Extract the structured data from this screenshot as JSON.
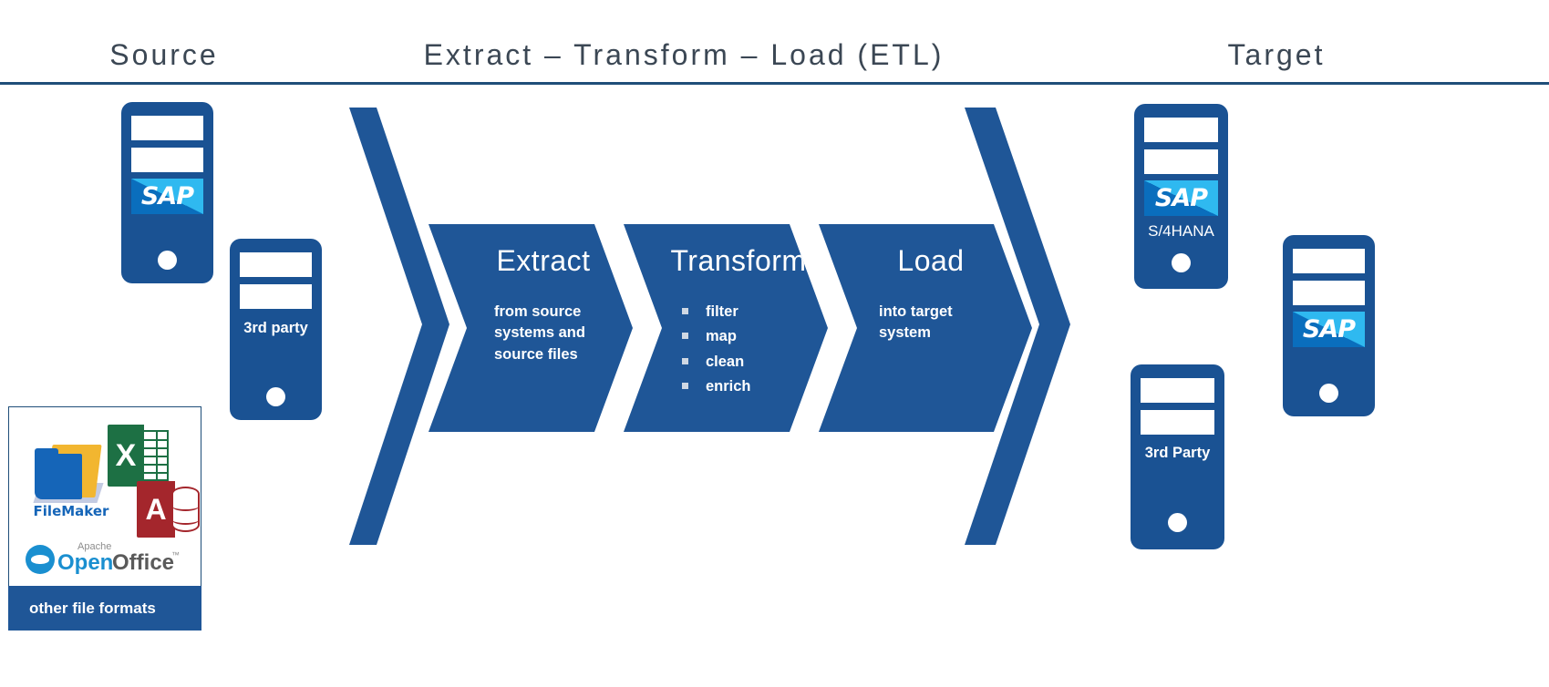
{
  "headers": {
    "source": "Source",
    "etl": "Extract – Transform – Load (ETL)",
    "target": "Target"
  },
  "colors": {
    "header_text": "#3b4754",
    "rule": "#1f4e79",
    "chevron_blue": "#1f5697",
    "tower_blue": "#1a5293",
    "sap_blue": "#0a6ebd",
    "sap_light": "#2fb9f0",
    "band_blue": "#1f5697"
  },
  "source": {
    "servers": [
      {
        "id": "sap-source",
        "logo": "SAP",
        "label": ""
      },
      {
        "id": "third-party-source",
        "logo": "",
        "label": "3rd party"
      }
    ],
    "file_formats_card": {
      "caption": "other file formats",
      "logos": [
        {
          "name": "filemaker-logo",
          "text": "FileMaker"
        },
        {
          "name": "excel-logo",
          "text": "X"
        },
        {
          "name": "access-logo",
          "text": "A"
        },
        {
          "name": "openoffice-logo",
          "apache": "Apache",
          "open": "Open",
          "office": "Office",
          "tm": "™"
        }
      ]
    }
  },
  "etl": {
    "stages": [
      {
        "title": "Extract",
        "lines": [
          "from source",
          "systems and",
          "source files"
        ],
        "bullets": []
      },
      {
        "title": "Transform",
        "lines": [],
        "bullets": [
          "filter",
          "map",
          "clean",
          "enrich"
        ]
      },
      {
        "title": "Load",
        "lines": [
          "into target",
          "system"
        ],
        "bullets": []
      }
    ]
  },
  "target": {
    "servers": [
      {
        "id": "sap-s4hana",
        "logo": "SAP",
        "label": "S/4HANA"
      },
      {
        "id": "third-party-target",
        "logo": "",
        "label": "3rd Party"
      },
      {
        "id": "sap-target",
        "logo": "SAP",
        "label": ""
      }
    ]
  },
  "sap_logo_text": "SAP"
}
